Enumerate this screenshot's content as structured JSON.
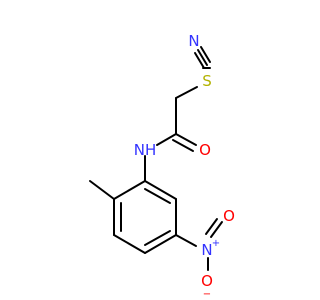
{
  "molecule": {
    "atoms": {
      "cyano_n": "N",
      "thio_s": "S",
      "carbonyl_o": "O",
      "amide_nh": "NH",
      "nitro_n": "N",
      "nitro_o_top": "O",
      "nitro_o_bottom": "O"
    },
    "charges": {
      "nitro_n_plus": "+",
      "nitro_o_minus": "−"
    },
    "colors": {
      "bond": "#000000",
      "nitrogen": "#3333ff",
      "oxygen": "#ff0000",
      "sulfur": "#b2b200"
    }
  }
}
